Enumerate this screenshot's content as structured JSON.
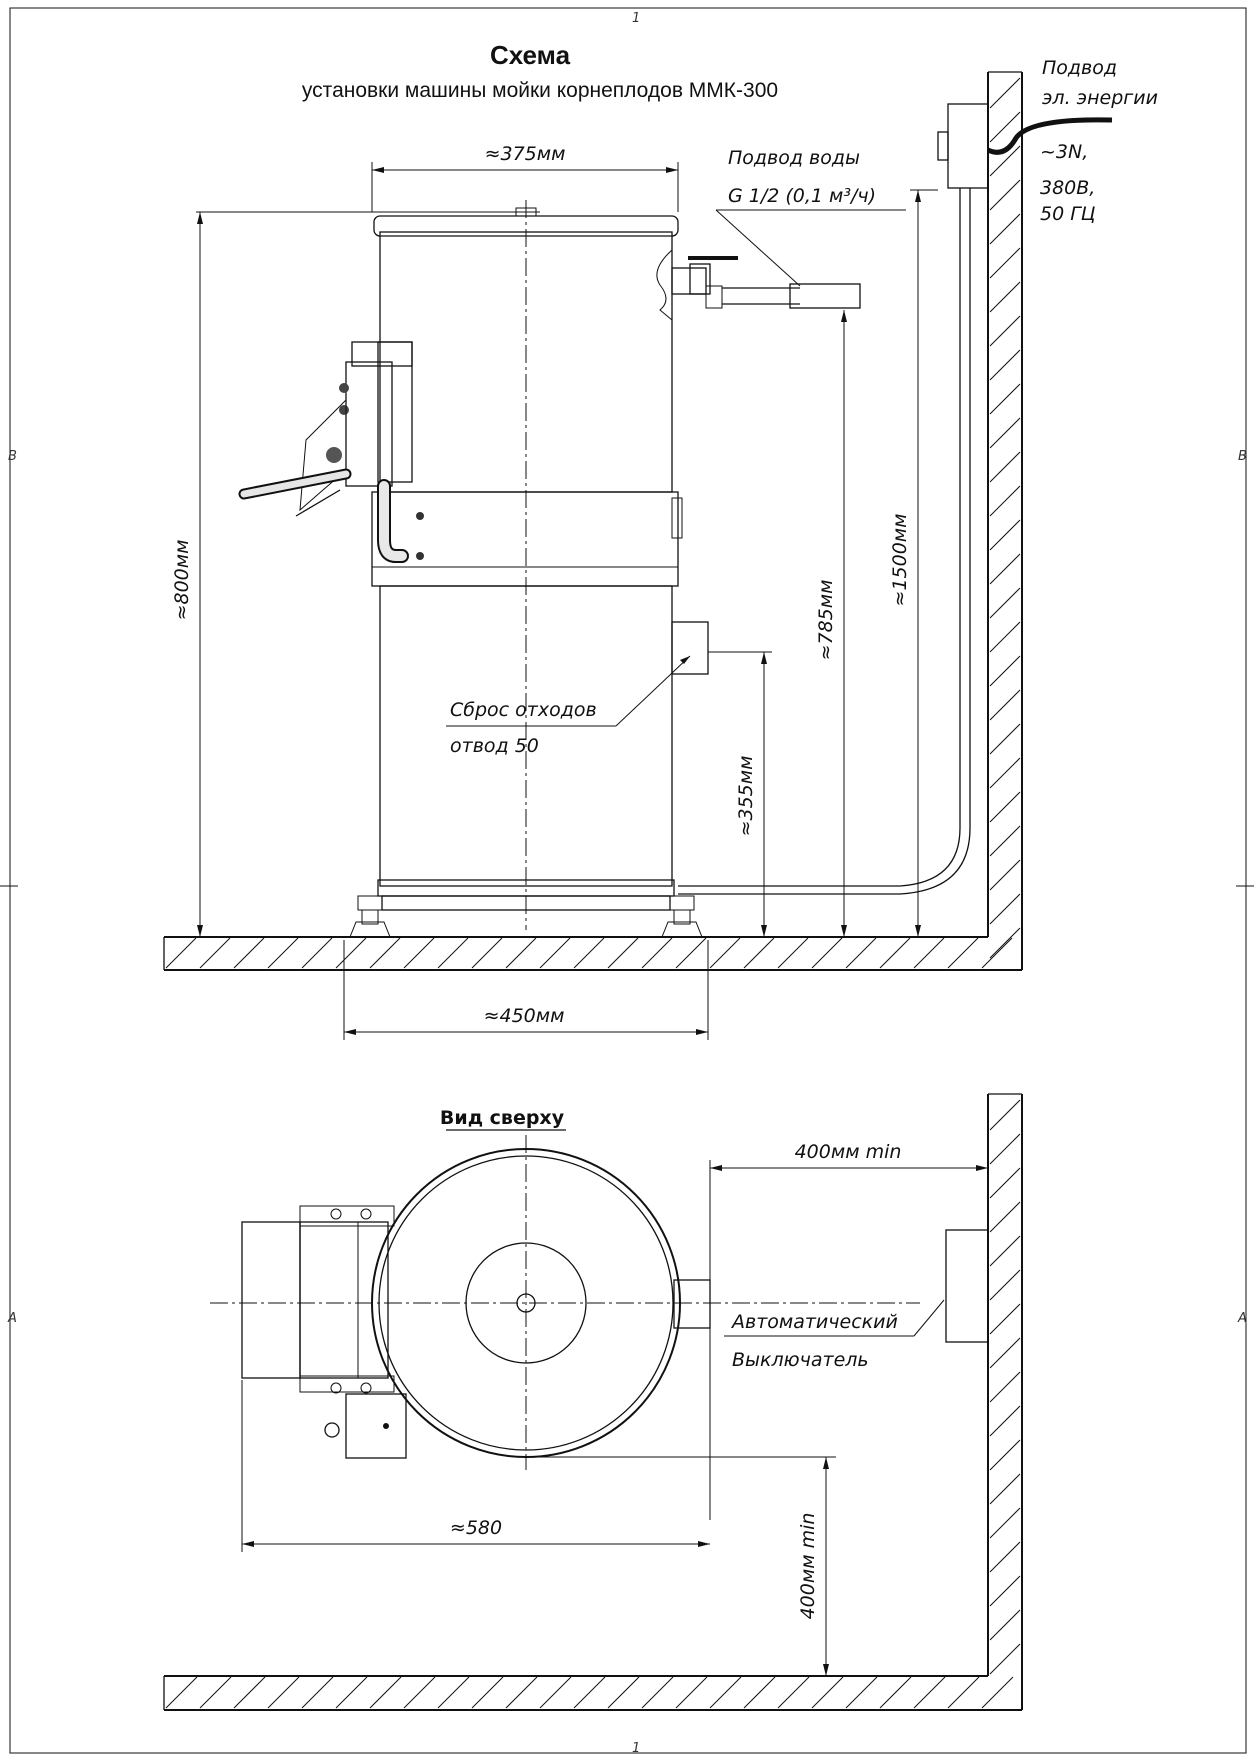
{
  "title": "Схема",
  "subtitle": "установки машины мойки корнеплодов ММК-300",
  "power_supply": {
    "label_line1": "Подвод",
    "label_line2": "эл. энергии",
    "spec_line1": "~3N,",
    "spec_line2": "380В,",
    "spec_line3": "50 ГЦ"
  },
  "water_supply": {
    "label_line1": "Подвод воды",
    "label_line2": "G 1/2 (0,1 м³/ч)"
  },
  "waste": {
    "label_line1": "Сброс отходов",
    "label_line2": "отвод 50"
  },
  "dimensions": {
    "top_width": "≈375мм",
    "height_total": "≈800мм",
    "height_water": "≈785мм",
    "height_power": "≈1500мм",
    "height_waste": "≈355мм",
    "base_width": "≈450мм",
    "plan_wall_clearance": "400мм min",
    "plan_length": "≈580",
    "plan_floor_clearance": "400мм min"
  },
  "top_view": {
    "title": "Вид сверху",
    "switch_line1": "Автоматический",
    "switch_line2": "Выключатель"
  },
  "frame_marks": {
    "col_top": "1",
    "col_bottom": "1",
    "row_b_left": "В",
    "row_b_right": "В",
    "row_a_left": "А",
    "row_a_right": "А"
  }
}
